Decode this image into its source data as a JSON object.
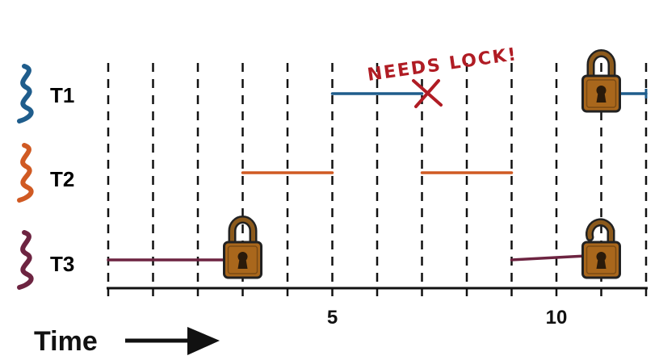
{
  "threads": [
    {
      "id": "T1",
      "label": "T1",
      "color": "#1f5d8c",
      "segments": [
        [
          5,
          7
        ],
        [
          11,
          12
        ]
      ]
    },
    {
      "id": "T2",
      "label": "T2",
      "color": "#d05a23",
      "segments": [
        [
          3,
          5
        ],
        [
          7,
          9
        ]
      ]
    },
    {
      "id": "T3",
      "label": "T3",
      "color": "#6d2441",
      "segments": [
        [
          0,
          3
        ],
        [
          9,
          11
        ]
      ]
    }
  ],
  "axis": {
    "label": "Time",
    "tick_labels": [
      {
        "value": 5,
        "text": "5"
      },
      {
        "value": 10,
        "text": "10"
      }
    ],
    "range": [
      0,
      12
    ]
  },
  "annotations": {
    "needs_lock": "NEEDS LOCK!",
    "conflict_marker": "X",
    "conflict_at": 7
  },
  "locks": [
    {
      "thread": "T3",
      "at": 3,
      "state": "locked"
    },
    {
      "thread": "T1",
      "at": 11,
      "state": "locked"
    },
    {
      "thread": "T3",
      "at": 11,
      "state": "unlocked"
    }
  ],
  "colors": {
    "grid": "#111111",
    "lock_body": "#a9671c",
    "lock_shackle": "#8c5a1c",
    "note": "#b01c24"
  }
}
